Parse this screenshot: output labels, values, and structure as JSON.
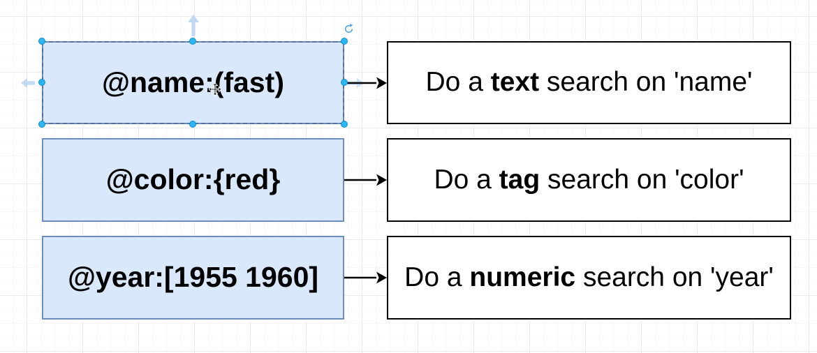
{
  "app": {
    "kind": "diagram-editor-canvas",
    "grid_visible": true
  },
  "colors": {
    "query_box_fill": "#dae8fc",
    "query_box_stroke": "#6c8ebf",
    "description_box_fill": "#ffffff",
    "description_box_stroke": "#000000",
    "connector_arrow": "#000000",
    "selection_handle": "#29b6f2",
    "selection_dash": "#56709c",
    "guide_arrow": "#b7d4ee",
    "grid_major_line": "#e8ebee",
    "grid_minor_line": "#f5f6f8"
  },
  "diagram": {
    "rows": [
      {
        "query": "@name:(fast)",
        "desc_prefix": "Do a ",
        "desc_keyword": "text",
        "desc_suffix": " search on 'name'",
        "selected": true
      },
      {
        "query": "@color:{red}",
        "desc_prefix": "Do a ",
        "desc_keyword": "tag",
        "desc_suffix": " search on 'color'",
        "selected": false
      },
      {
        "query": "@year:[1955 1960]",
        "desc_prefix": "Do a ",
        "desc_keyword": "numeric",
        "desc_suffix": " search on 'year'",
        "selected": false
      }
    ]
  },
  "selection": {
    "selected_shape_text": "@name:(fast)",
    "handle_count": 8,
    "icons": [
      "rotate-icon",
      "direction-up-icon",
      "direction-left-icon",
      "clone-right-icon",
      "move-cursor-icon"
    ]
  }
}
